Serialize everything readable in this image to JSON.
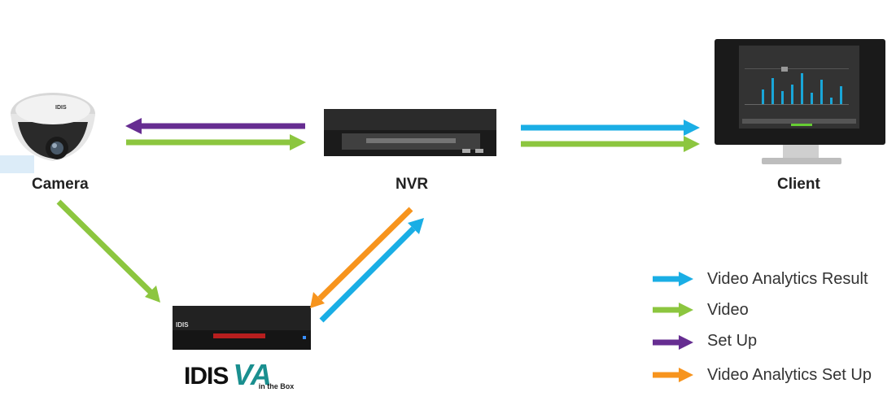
{
  "nodes": {
    "camera": "Camera",
    "nvr": "NVR",
    "client": "Client"
  },
  "brand": {
    "name": "IDIS",
    "product": "VA",
    "subtitle": "in the Box"
  },
  "device_text": {
    "camera_logo": "IDIS",
    "va_box_logo": "IDIS"
  },
  "legend": [
    {
      "label": "Video Analytics Result",
      "color": "#1aaee5"
    },
    {
      "label": "Video",
      "color": "#8cc63f"
    },
    {
      "label": "Set Up",
      "color": "#662d91"
    },
    {
      "label": "Video Analytics Set Up",
      "color": "#f7941d"
    }
  ],
  "colors": {
    "video_analytics_result": "#1aaee5",
    "video": "#8cc63f",
    "set_up": "#662d91",
    "video_analytics_set_up": "#f7941d"
  }
}
